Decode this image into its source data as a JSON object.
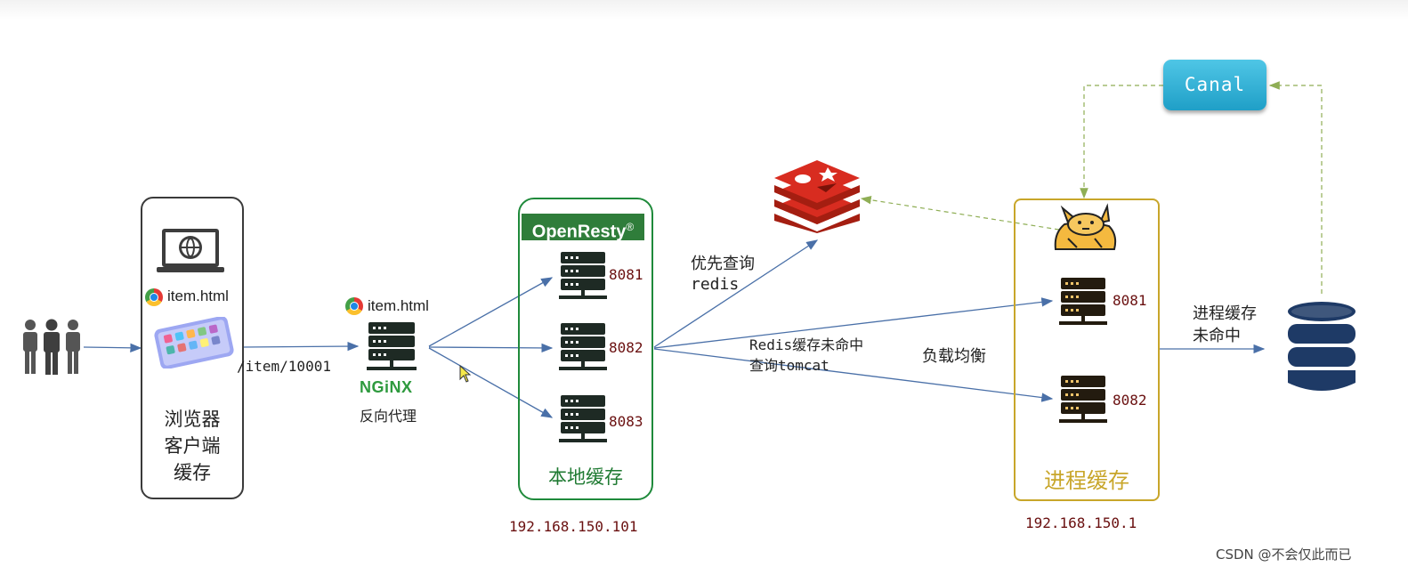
{
  "client": {
    "page_label": "item.html",
    "title_lines": [
      "浏览器",
      "客户端",
      "缓存"
    ]
  },
  "request_path": "/item/10001",
  "nginx": {
    "page_label": "item.html",
    "logo_text": "NGiNX",
    "caption": "反向代理"
  },
  "openresty": {
    "header": "OpenResty",
    "trademark": "®",
    "ports": [
      "8081",
      "8082",
      "8083"
    ],
    "caption": "本地缓存",
    "ip": "192.168.150.101"
  },
  "redis_query": {
    "line1": "优先查询",
    "line2": "redis"
  },
  "tomcat_query": {
    "line1": "Redis缓存未命中",
    "line2": "查询tomcat"
  },
  "load_balance": "负载均衡",
  "process": {
    "ports": [
      "8081",
      "8082"
    ],
    "caption": "进程缓存",
    "ip": "192.168.150.1"
  },
  "db_miss": {
    "line1": "进程缓存",
    "line2": "未命中"
  },
  "canal": "Canal",
  "watermark": "CSDN @不会仅此而已",
  "colors": {
    "openresty_green": "#1f8a3b",
    "process_gold": "#c8a62a",
    "arrow_blue": "#4a70a8",
    "dashed_green": "#8fae55",
    "port_red": "#6a1010",
    "redis_red": "#d62d20",
    "db_navy": "#1e3a66"
  }
}
